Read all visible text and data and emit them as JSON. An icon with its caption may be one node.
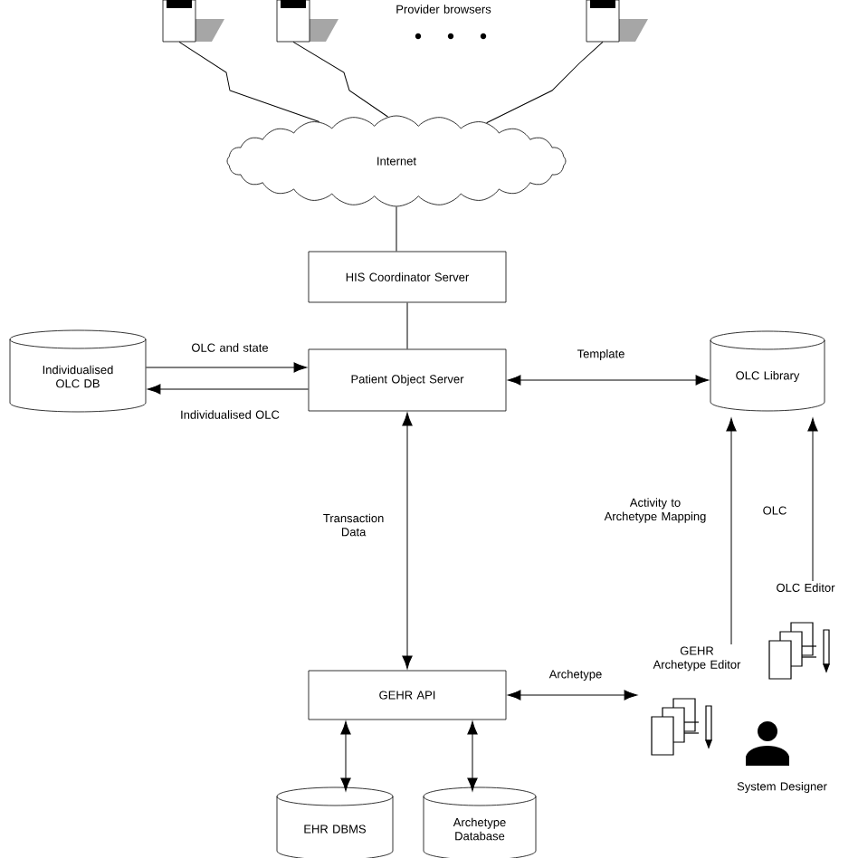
{
  "diagram": {
    "nodes": [
      {
        "text": [],
        "shape": "computer"
      },
      {
        "text": [],
        "shape": "computer"
      },
      {
        "text": [],
        "shape": "computer"
      },
      {
        "text": [
          "Internet"
        ]
      },
      {
        "text": [
          "HIS Coordinator Server"
        ]
      },
      {
        "text": [
          "Patient Object Server"
        ]
      },
      {
        "text": [
          "Individualised OLC DB"
        ]
      },
      {
        "text": [
          "OLC Library"
        ]
      },
      {
        "text": [
          "GEHR API"
        ]
      },
      {
        "text": [
          "GEHR Archetype Editor"
        ]
      },
      {
        "text": [
          "OLC Editor"
        ]
      },
      {
        "text": [
          "EHR DBMS"
        ]
      },
      {
        "text": [
          "Archetype Database"
        ]
      }
    ],
    "edges": [
      {
        "from": 0,
        "to": 3,
        "arrow": "none"
      },
      {
        "from": 1,
        "to": 3,
        "arrow": "none"
      },
      {
        "from": 2,
        "to": 3,
        "arrow": "none"
      },
      {
        "from": 3,
        "to": 4,
        "arrow": "none"
      },
      {
        "from": 4,
        "to": 5,
        "arrow": "none"
      },
      {
        "from": 6,
        "to": 5,
        "arrow": "to",
        "label": "OLC and state"
      },
      {
        "from": 5,
        "to": 6,
        "arrow": "to",
        "label": "Individualised OLC"
      },
      {
        "from": 5,
        "to": 7,
        "arrow": "both",
        "label": "Template"
      },
      {
        "from": 8,
        "to": 5,
        "arrow": "both",
        "label": "Transaction Data"
      },
      {
        "from": 8,
        "to": 9,
        "arrow": "both",
        "label": "Archetype"
      },
      {
        "from": 9,
        "to": 7,
        "arrow": "to",
        "label": "Activity to Archetype Mapping"
      },
      {
        "from": 10,
        "to": 7,
        "arrow": "to",
        "label": "OLC"
      },
      {
        "from": 8,
        "to": 11,
        "arrow": "both"
      },
      {
        "from": 8,
        "to": 12,
        "arrow": "both"
      }
    ],
    "labels": [
      "Provider browsers",
      "System Designer"
    ]
  }
}
